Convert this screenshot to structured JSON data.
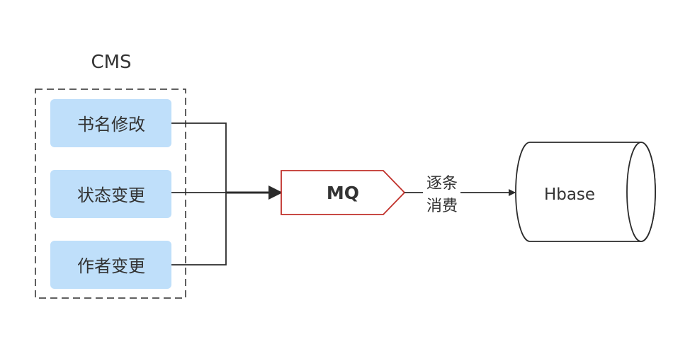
{
  "group": {
    "title": "CMS",
    "items": [
      {
        "label": "书名修改"
      },
      {
        "label": "状态变更"
      },
      {
        "label": "作者变更"
      }
    ]
  },
  "queue": {
    "label": "MQ"
  },
  "edge": {
    "label_line1": "逐条",
    "label_line2": "消费"
  },
  "storage": {
    "label": "Hbase"
  },
  "colors": {
    "item_fill": "#bfdffa",
    "queue_border": "#c0302a",
    "line": "#2b2b2b",
    "text": "#333333"
  }
}
